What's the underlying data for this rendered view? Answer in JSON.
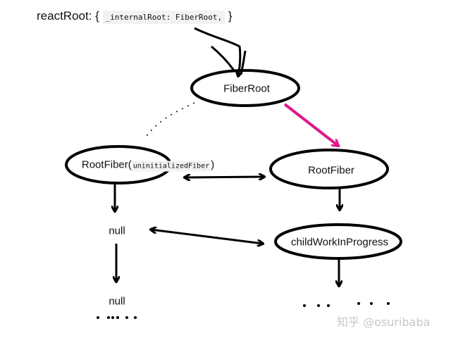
{
  "header": {
    "prefix": "reactRoot: { ",
    "code": "_internalRoot: FiberRoot,",
    "suffix": " }"
  },
  "nodes": {
    "fiber_root": "FiberRoot",
    "root_fiber_current": {
      "label": "RootFiber(",
      "code": "uninitializedFiber",
      "close": ")"
    },
    "root_fiber_wip": "RootFiber",
    "child_null": "null",
    "child_wip": "childWorkInProgress",
    "grandchild_null": "null"
  },
  "colors": {
    "stroke": "#000000",
    "accent_arrow": "#e0168c",
    "watermark": "#c7c7c7"
  },
  "watermark": "知乎 @osuribaba"
}
